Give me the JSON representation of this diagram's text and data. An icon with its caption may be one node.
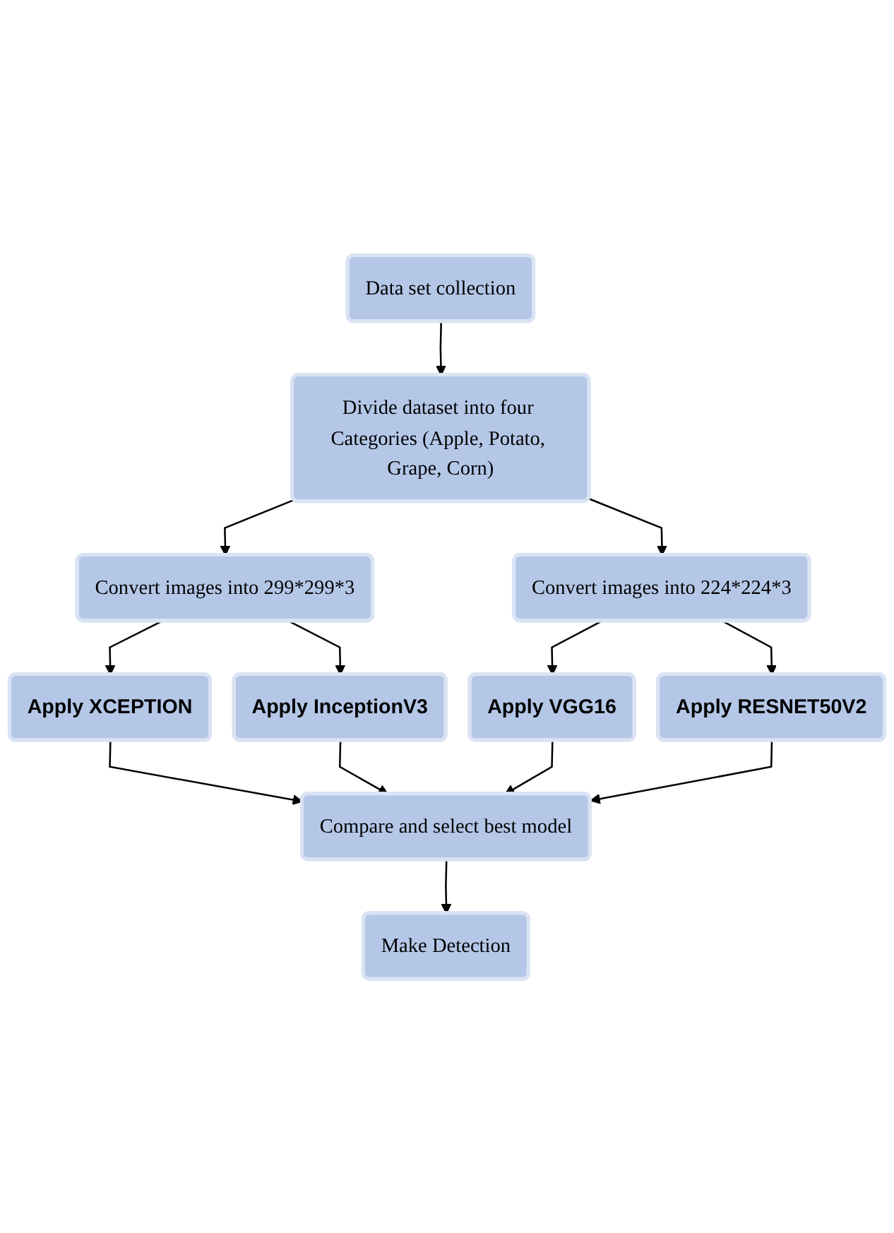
{
  "diagram": {
    "nodes": [
      {
        "text": [
          "Data set collection"
        ]
      },
      {
        "text": [
          "Divide dataset into four Categories (Apple, Potato, Grape, Corn)"
        ]
      },
      {
        "text": [
          "Convert images into 299*299*3"
        ]
      },
      {
        "text": [
          "Convert images into 224*224*3"
        ]
      },
      {
        "text": [
          "Apply XCEPTION"
        ]
      },
      {
        "text": [
          "Apply InceptionV3"
        ]
      },
      {
        "text": [
          "Apply VGG16"
        ]
      },
      {
        "text": [
          "Apply RESNET50V2"
        ]
      },
      {
        "text": [
          "Compare and select best model"
        ]
      },
      {
        "text": [
          "Make Detection"
        ]
      }
    ],
    "edges": [
      {
        "from": 0,
        "to": 1,
        "arrow": "to"
      },
      {
        "from": 1,
        "to": 2,
        "arrow": "to"
      },
      {
        "from": 1,
        "to": 3,
        "arrow": "to"
      },
      {
        "from": 2,
        "to": 4,
        "arrow": "to"
      },
      {
        "from": 2,
        "to": 5,
        "arrow": "to"
      },
      {
        "from": 3,
        "to": 6,
        "arrow": "to"
      },
      {
        "from": 3,
        "to": 7,
        "arrow": "to"
      },
      {
        "from": 4,
        "to": 8,
        "arrow": "to"
      },
      {
        "from": 5,
        "to": 8,
        "arrow": "to"
      },
      {
        "from": 6,
        "to": 8,
        "arrow": "to"
      },
      {
        "from": 7,
        "to": 8,
        "arrow": "to"
      },
      {
        "from": 8,
        "to": 9,
        "arrow": "to"
      }
    ]
  }
}
